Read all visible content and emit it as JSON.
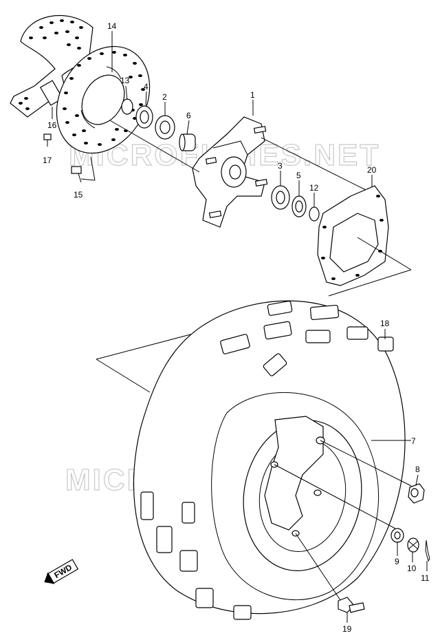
{
  "watermark": {
    "text": "MICROFICHES.NET"
  },
  "fwd_badge": {
    "text": "FWD"
  },
  "parts": [
    {
      "key": "p1",
      "number": "1"
    },
    {
      "key": "p2",
      "number": "2"
    },
    {
      "key": "p3",
      "number": "3"
    },
    {
      "key": "p4",
      "number": "4"
    },
    {
      "key": "p5",
      "number": "5"
    },
    {
      "key": "p6",
      "number": "6"
    },
    {
      "key": "p7",
      "number": "7"
    },
    {
      "key": "p8",
      "number": "8"
    },
    {
      "key": "p9",
      "number": "9"
    },
    {
      "key": "p10",
      "number": "10"
    },
    {
      "key": "p11",
      "number": "11"
    },
    {
      "key": "p12",
      "number": "12"
    },
    {
      "key": "p13",
      "number": "13"
    },
    {
      "key": "p14",
      "number": "14"
    },
    {
      "key": "p15",
      "number": "15"
    },
    {
      "key": "p16",
      "number": "16"
    },
    {
      "key": "p17",
      "number": "17"
    },
    {
      "key": "p18",
      "number": "18"
    },
    {
      "key": "p19",
      "number": "19"
    },
    {
      "key": "p20",
      "number": "20"
    }
  ]
}
